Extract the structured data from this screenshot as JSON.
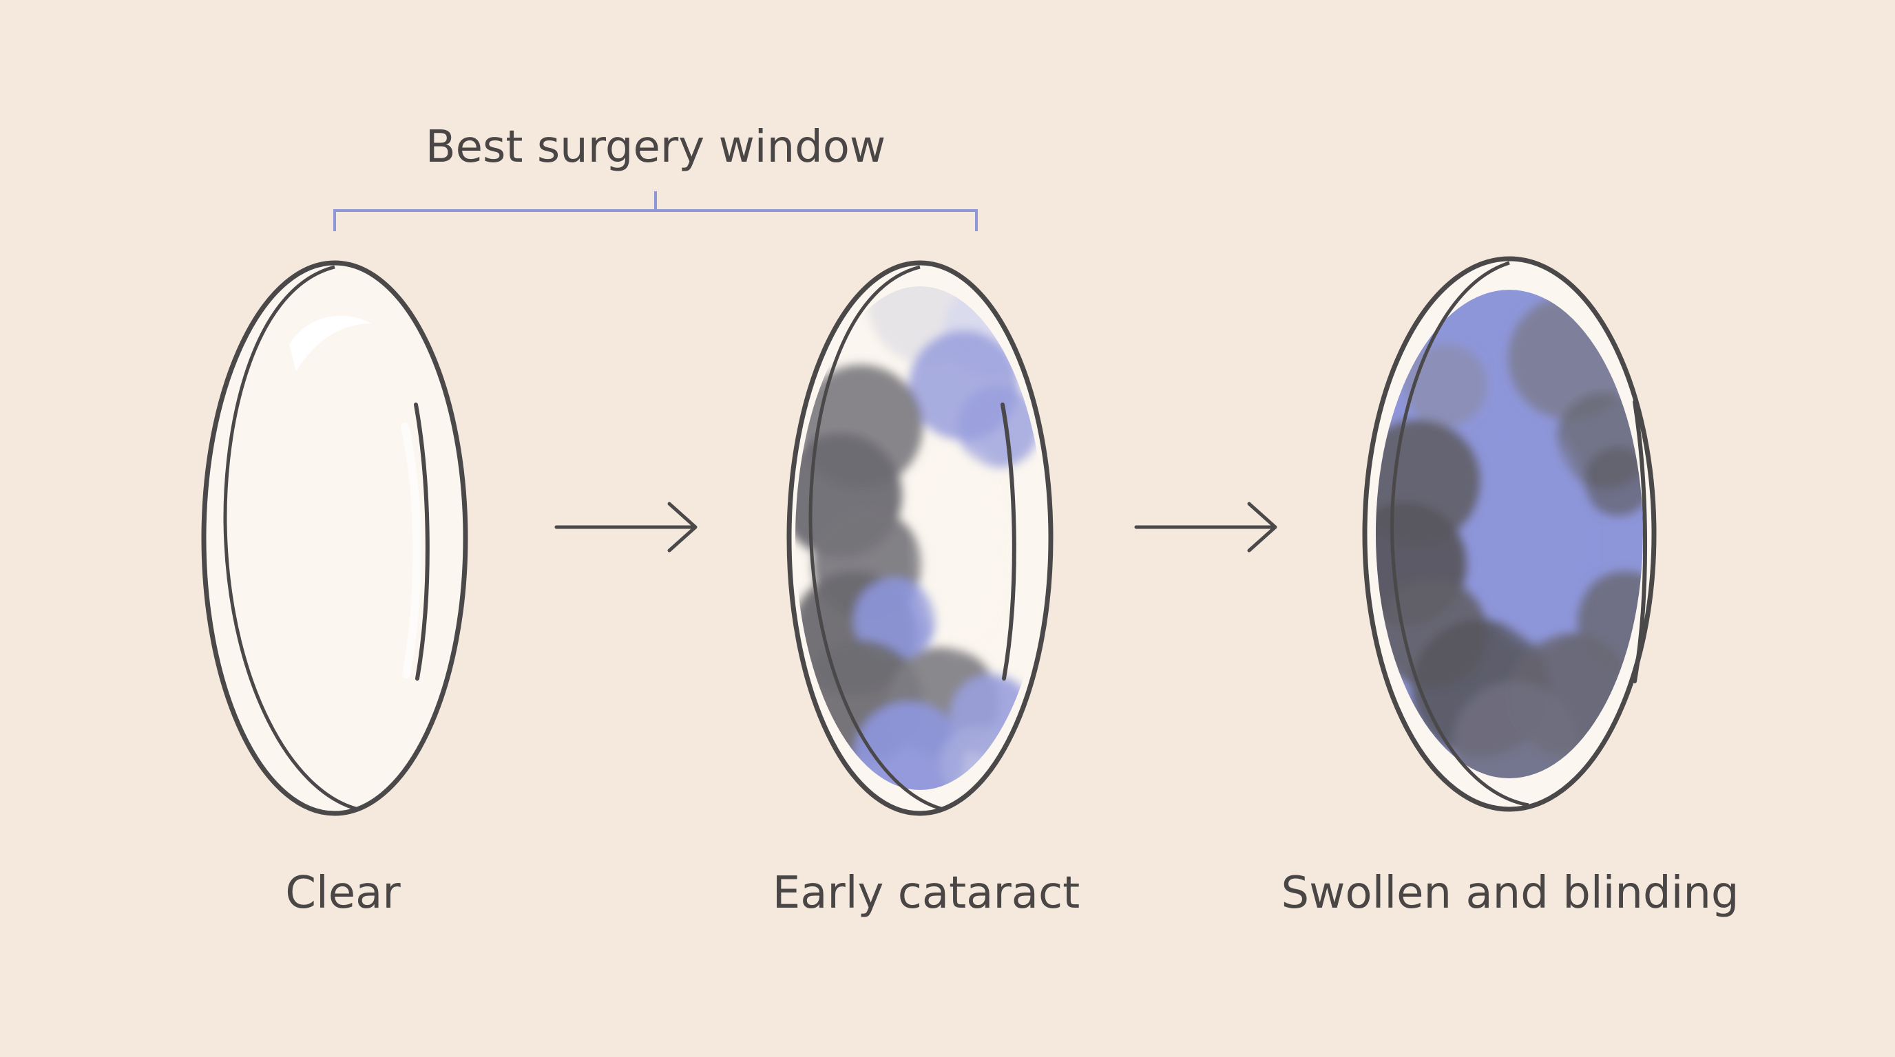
{
  "bracket": {
    "label": "Best surgery window",
    "color": "#8f97d8"
  },
  "stages": [
    {
      "label": "Clear"
    },
    {
      "label": "Early cataract"
    },
    {
      "label": "Swollen and blinding"
    }
  ],
  "colors": {
    "background": "#f4e9dc",
    "outline": "#4a4848",
    "text": "#4a4646",
    "cloud_gray": "#6f6e73",
    "cloud_blue": "#8e96da",
    "lens_fill": "#fbf6ef"
  }
}
